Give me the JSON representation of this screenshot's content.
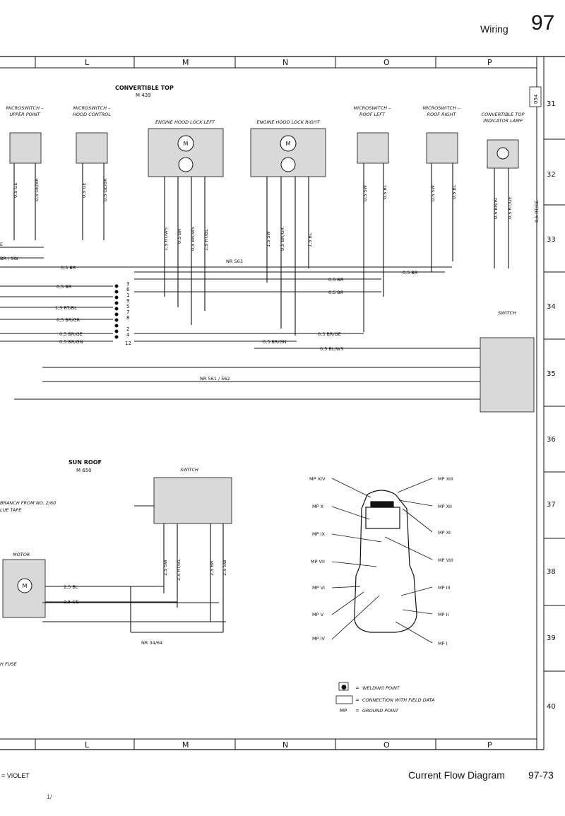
{
  "header": {
    "section": "Wiring",
    "page": "97"
  },
  "footer": {
    "title": "Current Flow Diagram",
    "page": "97-73",
    "legend_snippet": "= VIOLET",
    "pencil_mark": "1/"
  },
  "columns": [
    "L",
    "M",
    "N",
    "O",
    "P"
  ],
  "rows": [
    "31",
    "32",
    "33",
    "34",
    "35",
    "36",
    "37",
    "38",
    "39",
    "40"
  ],
  "convertible_top": {
    "title": "CONVERTIBLE TOP",
    "code": "M 439",
    "microswitch_upper": "MICROSWITCH –\nUPPER POINT",
    "microswitch_hood": "MICROSWITCH –\nHOOD CONTROL",
    "hood_lock_left": "ENGINE HOOD LOCK LEFT",
    "hood_lock_right": "ENGINE HOOD LOCK RIGHT",
    "microswitch_roof_left": "MICROSWITCH –\nROOF LEFT",
    "microswitch_roof_right": "MICROSWITCH –\nROOF RIGHT",
    "indicator_lamp": "CONVERTIBLE TOP\nINDICATOR LAMP",
    "switch": "SWITCH",
    "box_code": "054",
    "nr_563": "NR 563",
    "nr_561_562": "NR 561 / 562"
  },
  "sun_roof": {
    "title": "SUN ROOF",
    "code": "M 650",
    "switch": "SWITCH",
    "motor": "MOTOR",
    "branch_note": "BRANCH FROM NO. 2/60",
    "tape_note": "LUE TAPE",
    "fuse_note": "H FUSE",
    "nr_34_64": "NR 34/64"
  },
  "wire_labels": {
    "vertical": [
      "0,5 GE",
      "0,5 GE/BR",
      "0,5 GE",
      "0,5 GE/BR",
      "1,5 RT/WS",
      "0,5 BR",
      "0,5 BR/WS",
      "1,5 RT/BL",
      "1,5 SW",
      "0,5 BR/GR",
      "1,5 BL",
      "0,5 SW",
      "0,5 BL",
      "0,5 SW",
      "0,5 BL",
      "0,5 BR/RT",
      "0,5 RT/GE",
      "0,5 RT/GE"
    ],
    "horizontal": [
      "E",
      "BR / SW",
      "0,5 BR",
      "0,5 BR",
      "1,5 RT/BL",
      "0,5 BR/GR",
      "0,5 BR/GE",
      "0,5 BR/GN",
      "0,5 BR",
      "0,5 BR",
      "0,5 BR",
      "0,5 BR/GE",
      "0,5 BR/GN",
      "0,5 BL/WS"
    ],
    "sunroof": [
      "2,5 SW",
      "2,5 RT/BL",
      "2,5 BR",
      "2,5 SW",
      "2,5 BL",
      "2,5 GE"
    ]
  },
  "pin_numbers": [
    "3",
    "6",
    "1",
    "9",
    "5",
    "7",
    "8",
    "2",
    "4",
    "12"
  ],
  "ground_points": [
    "MP XIV",
    "MP X",
    "MP IX",
    "MP VII",
    "MP VI",
    "MP V",
    "MP IV",
    "MP XIII",
    "MP XII",
    "MP XI",
    "MP VIII",
    "MP III",
    "MP II",
    "MP I"
  ],
  "legend": [
    {
      "symbol": "●",
      "text": "WELDING POINT"
    },
    {
      "symbol": "",
      "text": "CONNECTION WITH FIELD DATA"
    },
    {
      "symbol": "MP",
      "text": "GROUND POINT"
    }
  ],
  "legend_eq": "="
}
